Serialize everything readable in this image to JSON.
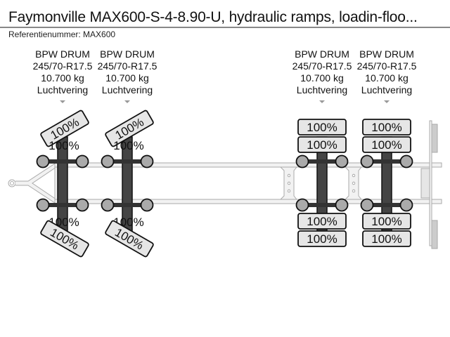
{
  "header": {
    "title": "Faymonville MAX600-S-4-8.90-U, hydraulic ramps, loadin-floo...",
    "reference": "Referentienummer: MAX600"
  },
  "axles": [
    {
      "brake": "BPW DRUM",
      "tire": "245/70-R17.5",
      "load": "10.700 kg",
      "suspension": "Luchtvering",
      "steered": true,
      "tires": {
        "top_outer": "100%",
        "top_inner": "100%",
        "bottom_inner": "100%",
        "bottom_outer": "100%"
      }
    },
    {
      "brake": "BPW DRUM",
      "tire": "245/70-R17.5",
      "load": "10.700 kg",
      "suspension": "Luchtvering",
      "steered": true,
      "tires": {
        "top_outer": "100%",
        "top_inner": "100%",
        "bottom_inner": "100%",
        "bottom_outer": "100%"
      }
    },
    {
      "brake": "BPW DRUM",
      "tire": "245/70-R17.5",
      "load": "10.700 kg",
      "suspension": "Luchtvering",
      "steered": false,
      "tires": {
        "top_outer": "100%",
        "top_inner": "100%",
        "bottom_inner": "100%",
        "bottom_outer": "100%"
      }
    },
    {
      "brake": "BPW DRUM",
      "tire": "245/70-R17.5",
      "load": "10.700 kg",
      "suspension": "Luchtvering",
      "steered": false,
      "tires": {
        "top_outer": "100%",
        "top_inner": "100%",
        "bottom_inner": "100%",
        "bottom_outer": "100%"
      }
    }
  ],
  "colors": {
    "tire_fill": "#e6e6e6",
    "axle_beam": "#444444",
    "hub": "#aaaaaa",
    "frame": "#bbbbbb"
  }
}
